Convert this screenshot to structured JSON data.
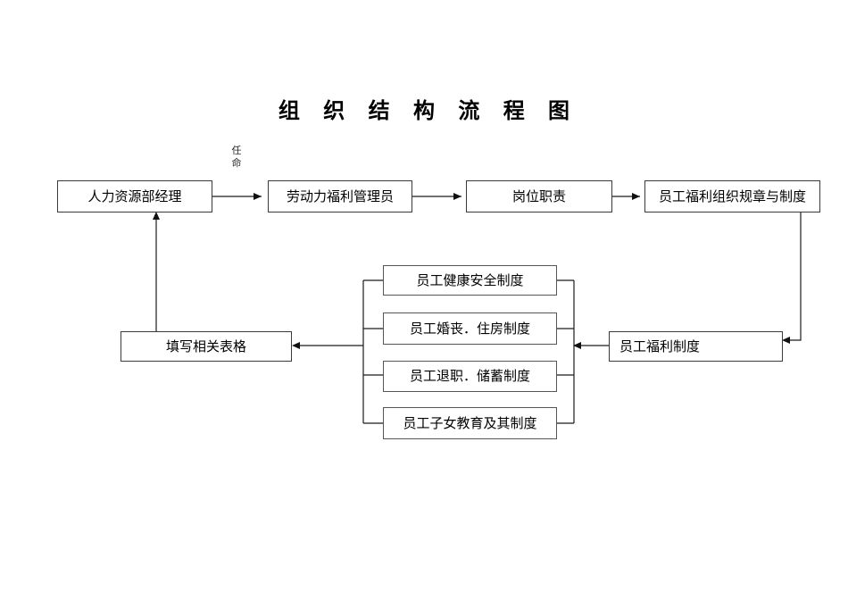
{
  "document": {
    "title": "组 织 结 构 流 程 图",
    "title_plain": "组织结构流程图"
  },
  "diagram": {
    "type": "flowchart",
    "orientation": "left-to-right with feedback loop",
    "nodes": [
      {
        "id": "hr-manager",
        "label": "人力资源部经理",
        "align": "center"
      },
      {
        "id": "welfare-admin",
        "label": "劳动力福利管理员",
        "align": "center"
      },
      {
        "id": "job-duties",
        "label": "岗位职责",
        "align": "center"
      },
      {
        "id": "welfare-rules",
        "label": "员工福利组织规章与制度",
        "align": "center"
      },
      {
        "id": "welfare-system",
        "label": "员工福利制度",
        "align": "left"
      },
      {
        "id": "fill-forms",
        "label": "填写相关表格",
        "align": "center"
      },
      {
        "id": "health-safety",
        "label": "员工健康安全制度",
        "align": "center"
      },
      {
        "id": "marriage-housing",
        "label": "员工婚丧．住房制度",
        "align": "center"
      },
      {
        "id": "retire-savings",
        "label": "员工退职．储蓄制度",
        "align": "center"
      },
      {
        "id": "children-edu",
        "label": "员工子女教育及其制度",
        "align": "center"
      }
    ],
    "edge_labels": [
      {
        "id": "appointment",
        "label": "任命",
        "orientation": "vertical-stacked"
      }
    ],
    "connections": [
      "人力资源部经理 → 劳动力福利管理员 (任命)",
      "劳动力福利管理员 → 岗位职责",
      "岗位职责 → 员工福利组织规章与制度",
      "员工福利组织规章与制度 ↓→ 员工福利制度",
      "员工福利制度 → 四项制度分支（员工健康安全制度 / 员工婚丧．住房制度 / 员工退职．储蓄制度 / 员工子女教育及其制度）",
      "四项制度分支 → 填写相关表格",
      "填写相关表格 ↑ 人力资源部经理"
    ]
  },
  "colors": {
    "stroke": "#1a1a1a",
    "box_border": "#3a3a3a",
    "background": "#ffffff",
    "text": "#000000",
    "label_text": "#2b2b2b"
  }
}
